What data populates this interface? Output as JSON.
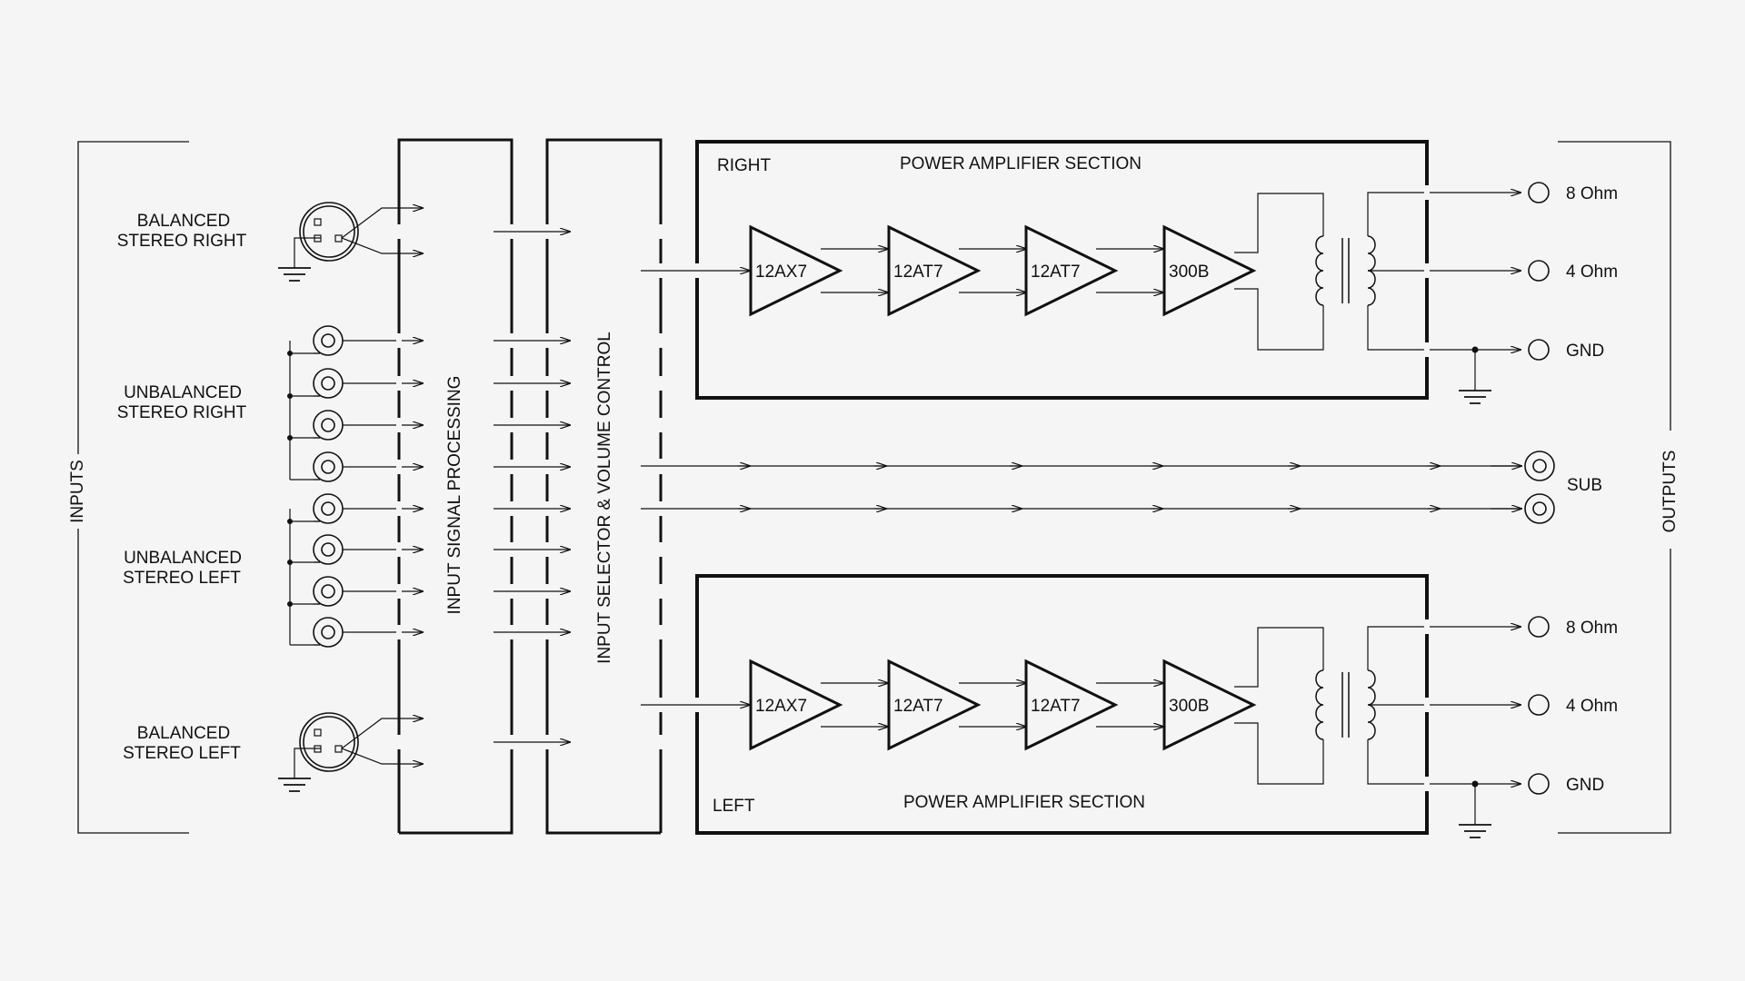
{
  "inputs_label": "INPUTS",
  "outputs_label": "OUTPUTS",
  "input_groups": {
    "balanced_right": [
      "BALANCED",
      "STEREO RIGHT"
    ],
    "unbalanced_right": [
      "UNBALANCED",
      "STEREO RIGHT"
    ],
    "unbalanced_left": [
      "UNBALANCED",
      "STEREO LEFT"
    ],
    "balanced_left": [
      "BALANCED",
      "STEREO LEFT"
    ]
  },
  "input_processing_label": "INPUT SIGNAL PROCESSING",
  "selector_label": "INPUT SELECTOR & VOLUME CONTROL",
  "right_channel": {
    "label": "RIGHT",
    "section_label": "POWER AMPLIFIER SECTION",
    "tubes": [
      "12AX7",
      "12AT7",
      "12AT7",
      "300B"
    ],
    "outputs": [
      "8 Ohm",
      "4 Ohm",
      "GND"
    ]
  },
  "left_channel": {
    "label": "LEFT",
    "section_label": "POWER AMPLIFIER SECTION",
    "tubes": [
      "12AX7",
      "12AT7",
      "12AT7",
      "300B"
    ],
    "outputs": [
      "8 Ohm",
      "4 Ohm",
      "GND"
    ]
  },
  "sub_label": "SUB"
}
